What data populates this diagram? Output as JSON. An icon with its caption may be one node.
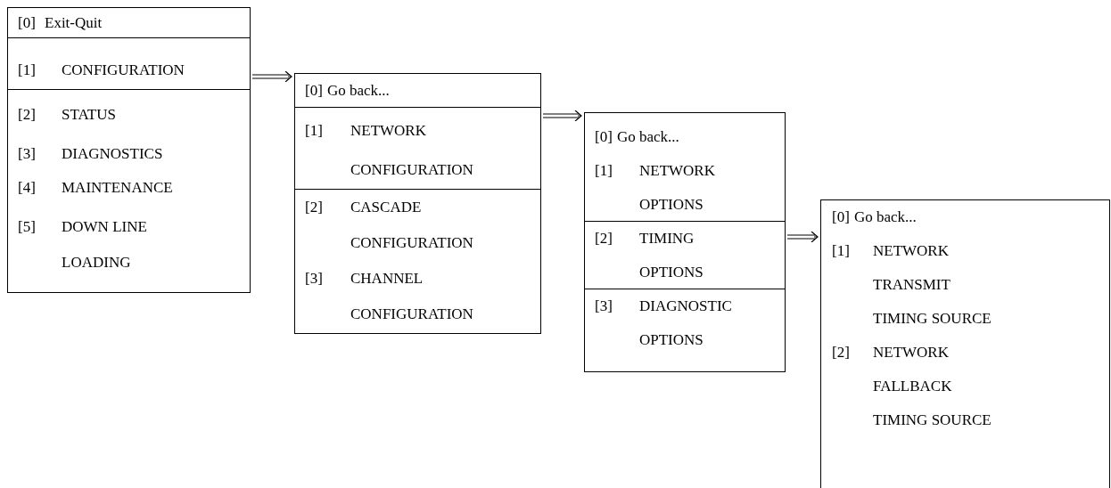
{
  "diagram": {
    "nodes": [
      {
        "text": [],
        "shape": "box"
      },
      {
        "text": [
          "[0]",
          "Exit-Quit"
        ],
        "in": 0
      },
      {
        "text": [
          "[1]",
          "CONFIGURATION"
        ],
        "in": 0
      },
      {
        "text": [
          "[2]",
          "STATUS"
        ],
        "in": 0
      },
      {
        "text": [
          "[3]",
          "DIAGNOSTICS"
        ],
        "in": 0
      },
      {
        "text": [
          "[4]",
          "MAINTENANCE"
        ],
        "in": 0
      },
      {
        "text": [
          "[5]",
          "DOWN LINE LOADING"
        ],
        "in": 0
      },
      {
        "text": [],
        "shape": "box"
      },
      {
        "text": [
          "[0]",
          "Go back..."
        ],
        "in": 7
      },
      {
        "text": [
          "[1]",
          "NETWORK CONFIGURATION"
        ],
        "in": 7
      },
      {
        "text": [
          "[2]",
          "CASCADE CONFIGURATION"
        ],
        "in": 7
      },
      {
        "text": [
          "[3]",
          "CHANNEL CONFIGURATION"
        ],
        "in": 7
      },
      {
        "text": [],
        "shape": "box"
      },
      {
        "text": [
          "[0]",
          "Go back..."
        ],
        "in": 12
      },
      {
        "text": [
          "[1]",
          "NETWORK OPTIONS"
        ],
        "in": 12
      },
      {
        "text": [
          "[2]",
          "TIMING OPTIONS"
        ],
        "in": 12
      },
      {
        "text": [
          "[3]",
          "DIAGNOSTIC OPTIONS"
        ],
        "in": 12
      },
      {
        "text": [],
        "shape": "box"
      },
      {
        "text": [
          "[0]",
          "Go back..."
        ],
        "in": 17
      },
      {
        "text": [
          "[1]",
          "NETWORK TRANSMIT TIMING SOURCE"
        ],
        "in": 17
      },
      {
        "text": [
          "[2]",
          "NETWORK FALLBACK TIMING SOURCE"
        ],
        "in": 17
      }
    ],
    "edges": [
      {
        "from": 2,
        "to": 7,
        "arrow": "to"
      },
      {
        "from": 9,
        "to": 12,
        "arrow": "to"
      },
      {
        "from": 15,
        "to": 17,
        "arrow": "to"
      }
    ]
  }
}
